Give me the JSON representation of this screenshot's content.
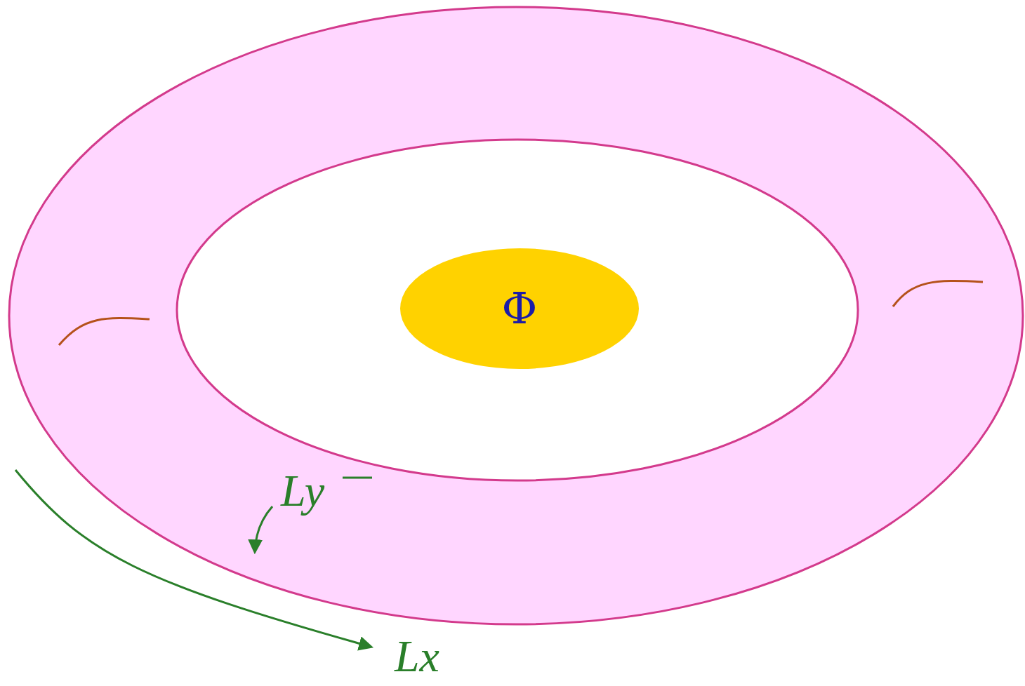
{
  "diagram": {
    "nodes": [
      {
        "text": [
          "Φ"
        ]
      }
    ],
    "labels": [
      "Ly",
      "Lx"
    ]
  }
}
